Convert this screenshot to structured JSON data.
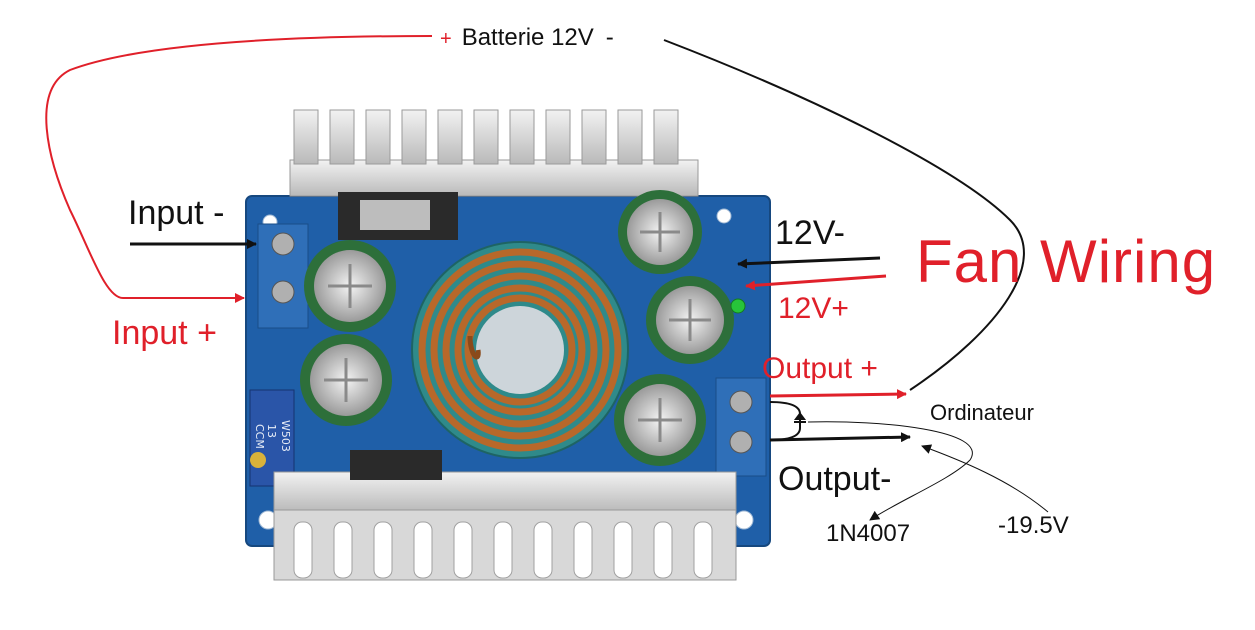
{
  "battery": {
    "plus": "+",
    "label": "Batterie 12V",
    "minus": "-"
  },
  "input": {
    "minus": "Input -",
    "plus": "Input +"
  },
  "fan": {
    "title": "Fan Wiring",
    "minus": "12V-",
    "plus": "12V+"
  },
  "output": {
    "plus": "Output +",
    "minus": "Output-"
  },
  "load": {
    "name": "Ordinateur",
    "diode": "1N4007",
    "voltage": "-19.5V"
  },
  "board": {
    "pot_label_1": "W503",
    "pot_label_2": "13",
    "pot_label_3": "CCM"
  },
  "colors": {
    "positive": "#e0202a",
    "negative": "#111111",
    "pcb": "#1f5fa8",
    "heatsink": "#cfcfcf",
    "coil": "#b8682a",
    "core": "#2f8a8a"
  }
}
